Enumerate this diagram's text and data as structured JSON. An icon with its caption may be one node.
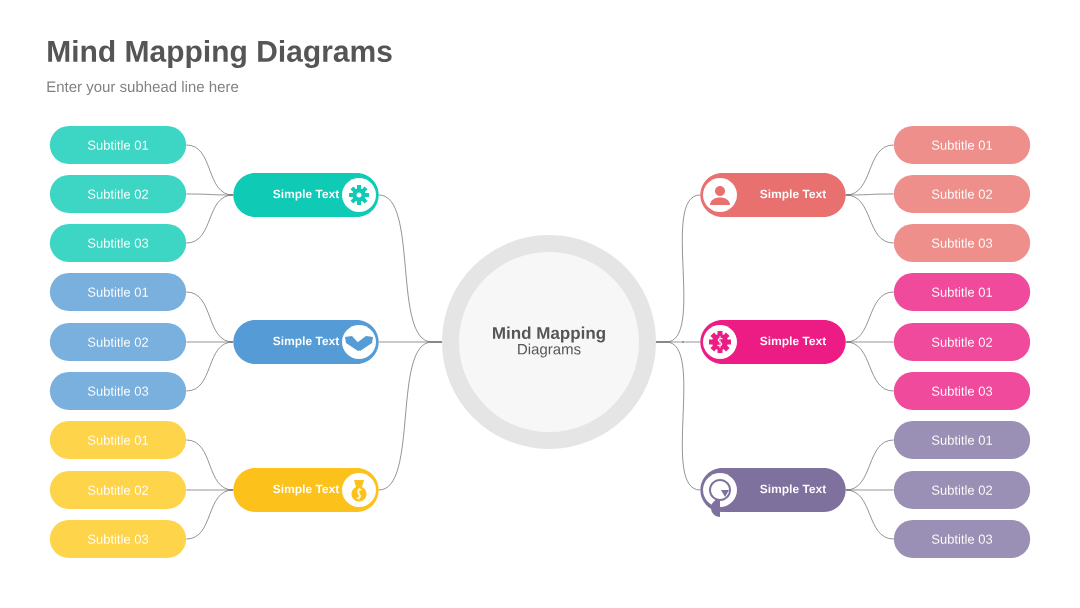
{
  "diagram": {
    "title": "Mind Mapping Diagrams",
    "nodes": [
      {
        "text": [
          "Mind Mapping",
          "Diagrams"
        ]
      },
      {
        "text": [
          "Simple Text"
        ]
      },
      {
        "text": [
          "Subtitle 01"
        ]
      },
      {
        "text": [
          "Subtitle 02"
        ]
      },
      {
        "text": [
          "Subtitle 03"
        ]
      },
      {
        "text": [
          "Simple Text"
        ]
      },
      {
        "text": [
          "Subtitle 01"
        ]
      },
      {
        "text": [
          "Subtitle 02"
        ]
      },
      {
        "text": [
          "Subtitle 03"
        ]
      },
      {
        "text": [
          "Simple Text"
        ]
      },
      {
        "text": [
          "Subtitle 01"
        ]
      },
      {
        "text": [
          "Subtitle 02"
        ]
      },
      {
        "text": [
          "Subtitle 03"
        ]
      },
      {
        "text": [
          "Simple Text"
        ]
      },
      {
        "text": [
          "Subtitle 01"
        ]
      },
      {
        "text": [
          "Subtitle 02"
        ]
      },
      {
        "text": [
          "Subtitle 03"
        ]
      },
      {
        "text": [
          "Simple Text"
        ]
      },
      {
        "text": [
          "Subtitle 01"
        ]
      },
      {
        "text": [
          "Subtitle 02"
        ]
      },
      {
        "text": [
          "Subtitle 03"
        ]
      },
      {
        "text": [
          "Simple Text"
        ]
      },
      {
        "text": [
          "Subtitle 01"
        ]
      },
      {
        "text": [
          "Subtitle 02"
        ]
      },
      {
        "text": [
          "Subtitle 03"
        ]
      }
    ],
    "edges": [
      {
        "from": 0,
        "to": 1,
        "arrow": "none"
      },
      {
        "from": 0,
        "to": 5,
        "arrow": "none"
      },
      {
        "from": 0,
        "to": 9,
        "arrow": "none"
      },
      {
        "from": 0,
        "to": 13,
        "arrow": "none"
      },
      {
        "from": 0,
        "to": 17,
        "arrow": "none"
      },
      {
        "from": 0,
        "to": 21,
        "arrow": "none"
      },
      {
        "from": 1,
        "to": 2,
        "arrow": "none"
      },
      {
        "from": 1,
        "to": 3,
        "arrow": "none"
      },
      {
        "from": 1,
        "to": 4,
        "arrow": "none"
      },
      {
        "from": 5,
        "to": 6,
        "arrow": "none"
      },
      {
        "from": 5,
        "to": 7,
        "arrow": "none"
      },
      {
        "from": 5,
        "to": 8,
        "arrow": "none"
      },
      {
        "from": 9,
        "to": 10,
        "arrow": "none"
      },
      {
        "from": 9,
        "to": 11,
        "arrow": "none"
      },
      {
        "from": 9,
        "to": 12,
        "arrow": "none"
      },
      {
        "from": 13,
        "to": 14,
        "arrow": "none"
      },
      {
        "from": 13,
        "to": 15,
        "arrow": "none"
      },
      {
        "from": 13,
        "to": 16,
        "arrow": "none"
      },
      {
        "from": 17,
        "to": 18,
        "arrow": "none"
      },
      {
        "from": 17,
        "to": 19,
        "arrow": "none"
      },
      {
        "from": 17,
        "to": 20,
        "arrow": "none"
      },
      {
        "from": 21,
        "to": 22,
        "arrow": "none"
      },
      {
        "from": 21,
        "to": 23,
        "arrow": "none"
      },
      {
        "from": 21,
        "to": 24,
        "arrow": "none"
      }
    ],
    "labels": [
      "Enter your subhead line here"
    ]
  }
}
